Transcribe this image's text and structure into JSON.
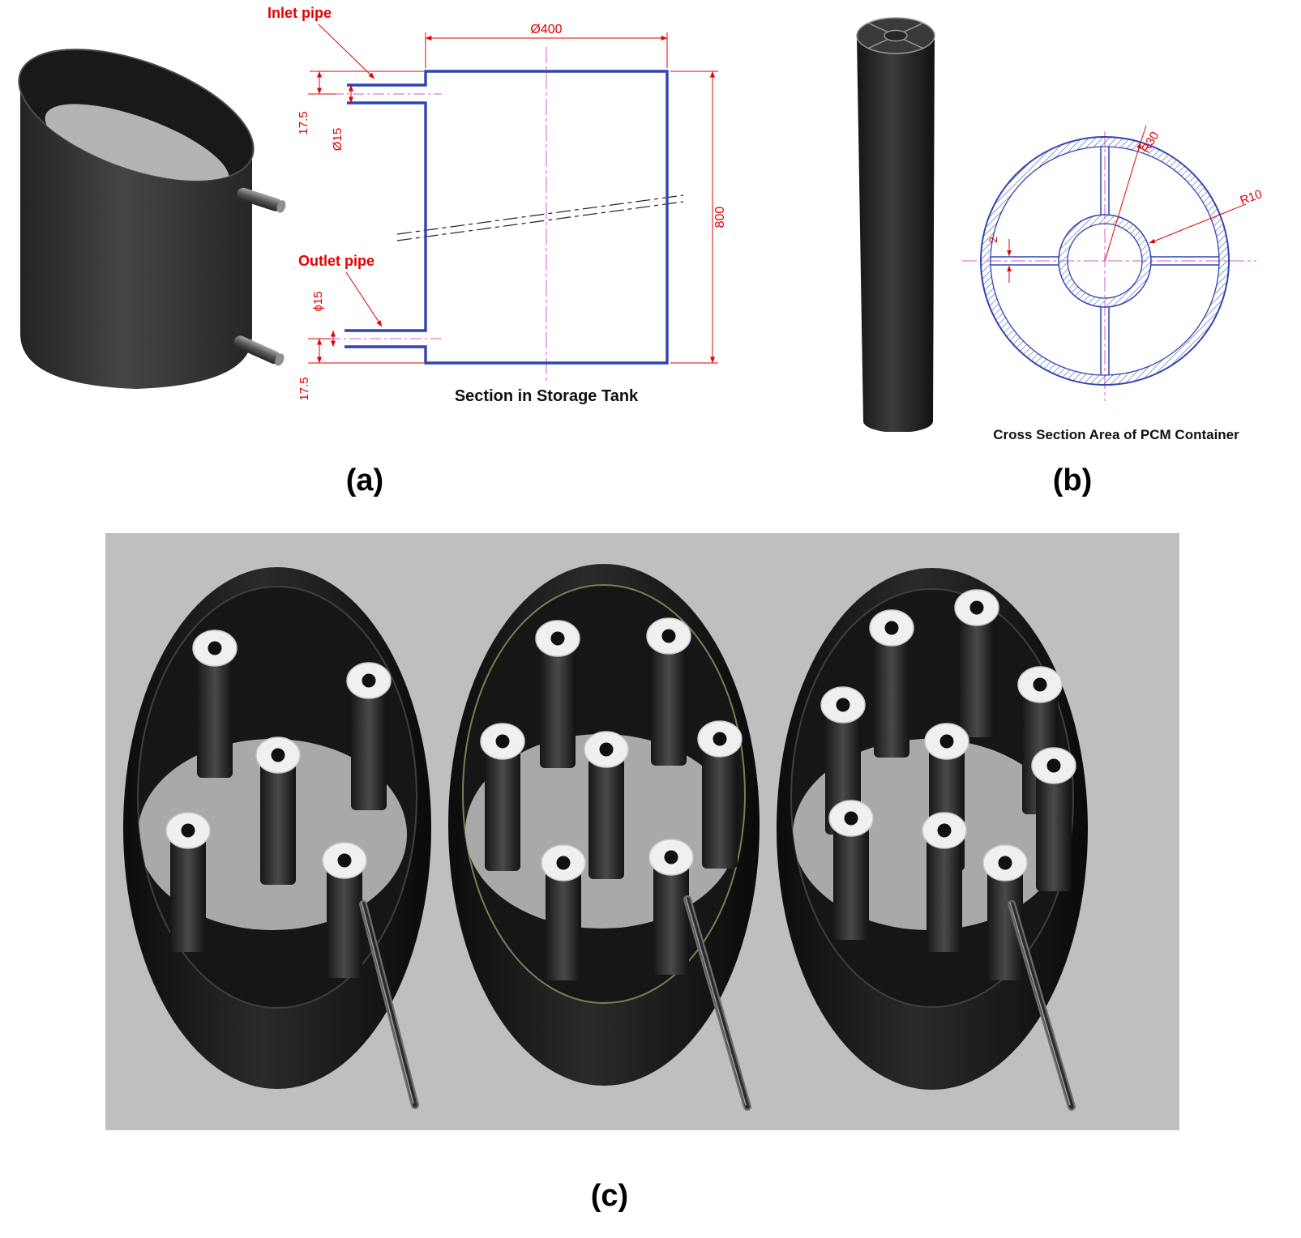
{
  "colors": {
    "cad_blue": "#2f45b0",
    "dim_red": "#e60000",
    "centerline_magenta": "#cf5ccf",
    "panel_c_bg": "#bfbfbf"
  },
  "panel_a": {
    "label": "(a)",
    "drawing_caption": "Section in Storage Tank",
    "annotations": {
      "inlet": "Inlet pipe",
      "outlet": "Outlet pipe"
    },
    "dimensions": {
      "tank_diameter": "Ø400",
      "tank_height": "800",
      "inlet_diameter": "Ø15",
      "outlet_diameter": "ϕ15",
      "inlet_offset": "17.5",
      "outlet_offset": "17.5"
    }
  },
  "panel_b": {
    "label": "(b)",
    "drawing_caption": "Cross Section Area of PCM Container",
    "dimensions": {
      "outer_radius": "R30",
      "inner_radius": "R10",
      "fin_thickness": "2"
    }
  },
  "panel_c": {
    "label": "(c)",
    "tube_counts": [
      5,
      7,
      9
    ]
  }
}
